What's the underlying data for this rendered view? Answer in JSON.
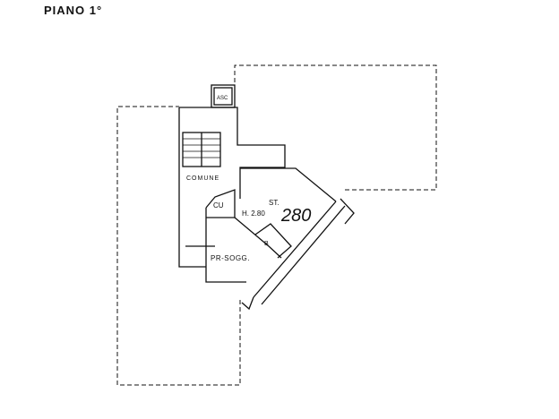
{
  "title": "PIANO 1°",
  "labels": {
    "elevator": "ASC",
    "common": "COMUNE",
    "kitchen": "CU",
    "room": "ST.",
    "height": "H. 2.80",
    "surface": "280",
    "bath": "B",
    "living": "PR-SOGG."
  }
}
